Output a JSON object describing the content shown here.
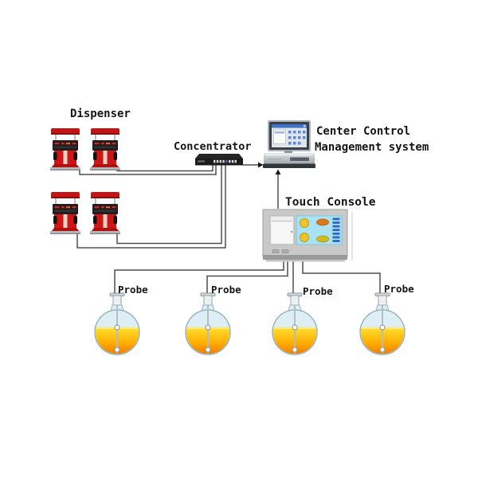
{
  "diagram": {
    "kind": "fuel-station-tank-gauge-system-diagram",
    "labels": {
      "dispenser": "Dispenser",
      "concentrator": "Concentrator",
      "center_control_line1": "Center Control",
      "center_control_line2": "Management system",
      "touch_console": "Touch Console"
    },
    "dispensers": {
      "count": 4
    },
    "tanks": [
      {
        "probe_label": "Probe"
      },
      {
        "probe_label": "Probe"
      },
      {
        "probe_label": "Probe"
      },
      {
        "probe_label": "Probe"
      }
    ],
    "connections": [
      {
        "from": "dispenser-1",
        "to": "concentrator"
      },
      {
        "from": "dispenser-2",
        "to": "concentrator"
      },
      {
        "from": "dispenser-3",
        "to": "concentrator"
      },
      {
        "from": "dispenser-4",
        "to": "concentrator"
      },
      {
        "from": "concentrator",
        "to": "center-control-management-system",
        "arrow": true
      },
      {
        "from": "touch-console",
        "to": "center-control-management-system",
        "arrow": true
      },
      {
        "from": "touch-console",
        "to": "probe-1"
      },
      {
        "from": "touch-console",
        "to": "probe-2"
      },
      {
        "from": "touch-console",
        "to": "probe-3"
      },
      {
        "from": "touch-console",
        "to": "probe-4"
      }
    ],
    "colors": {
      "background": "#ffffff",
      "dispenser_red": "#cf1616",
      "wire": "#4f4f4f",
      "arrow": "#1a1a1a",
      "label_text": "#141414",
      "tank_liquid_top": "#ffdf35",
      "tank_liquid_bottom": "#f07800",
      "tank_glass": "#ddeff5",
      "console_screen": "#a9e2f2"
    }
  }
}
